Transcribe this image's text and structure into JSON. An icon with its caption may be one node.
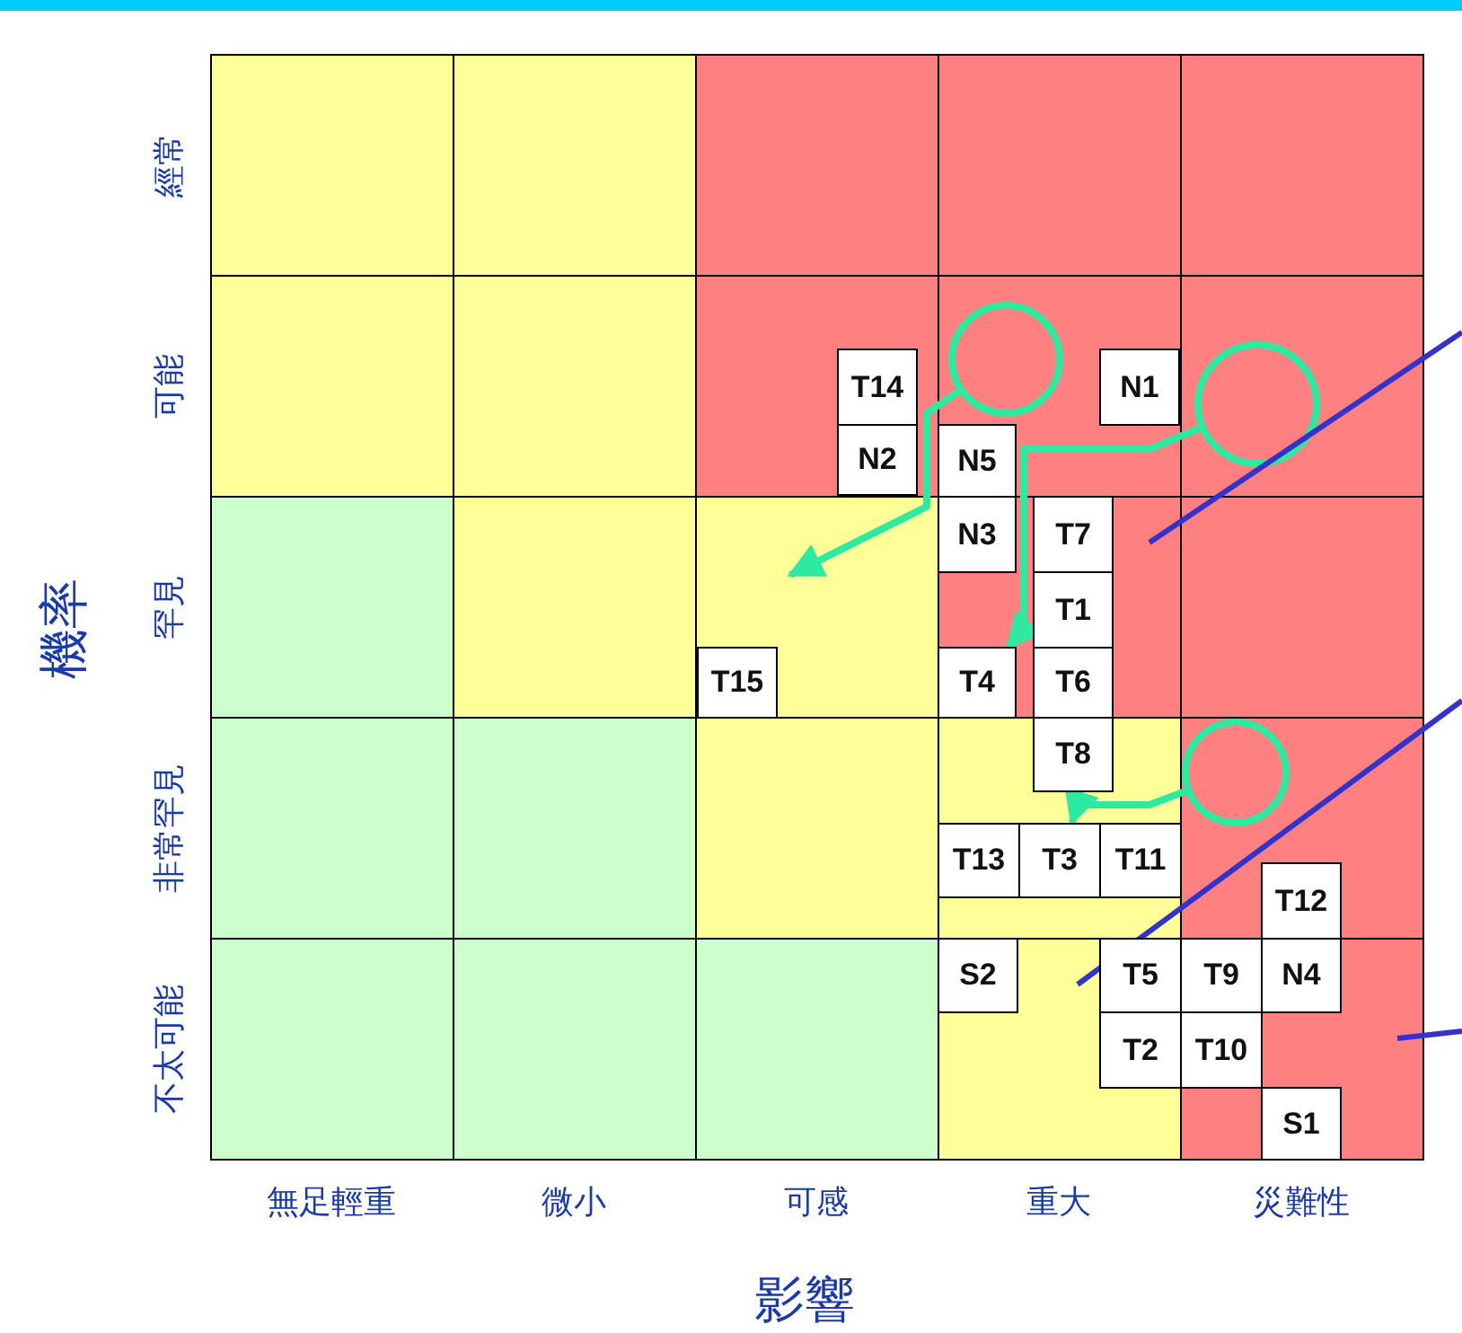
{
  "diagram": {
    "nodes": [
      {
        "text": [
          "T14"
        ]
      },
      {
        "text": [
          "N1"
        ]
      },
      {
        "text": [
          "N2"
        ]
      },
      {
        "text": [
          "N5"
        ]
      },
      {
        "text": [
          "N3"
        ]
      },
      {
        "text": [
          "T7"
        ]
      },
      {
        "text": [
          "T1"
        ]
      },
      {
        "text": [
          "T15"
        ]
      },
      {
        "text": [
          "T4"
        ]
      },
      {
        "text": [
          "T6"
        ]
      },
      {
        "text": [
          "T8"
        ]
      },
      {
        "text": [
          "T13"
        ]
      },
      {
        "text": [
          "T3"
        ]
      },
      {
        "text": [
          "T11"
        ]
      },
      {
        "text": [
          "T12"
        ]
      },
      {
        "text": [
          "S2"
        ]
      },
      {
        "text": [
          "T5"
        ]
      },
      {
        "text": [
          "T9"
        ]
      },
      {
        "text": [
          "N4"
        ]
      },
      {
        "text": [
          "T2"
        ]
      },
      {
        "text": [
          "T10"
        ]
      },
      {
        "text": [
          "S1"
        ]
      },
      {
        "text": [],
        "shape": "circle"
      },
      {
        "text": [],
        "shape": "circle"
      },
      {
        "text": [],
        "shape": "circle"
      }
    ],
    "edges": [
      {
        "from": 22,
        "to": null,
        "arrow": "to"
      },
      {
        "from": 23,
        "to": 8,
        "arrow": "to"
      },
      {
        "from": 24,
        "to": 12,
        "arrow": "to"
      }
    ],
    "labels": [
      "機率",
      "經常",
      "可能",
      "罕見",
      "非常罕見",
      "不太可能",
      "無足輕重",
      "微小",
      "可感",
      "重大",
      "災難性",
      "影響"
    ]
  }
}
